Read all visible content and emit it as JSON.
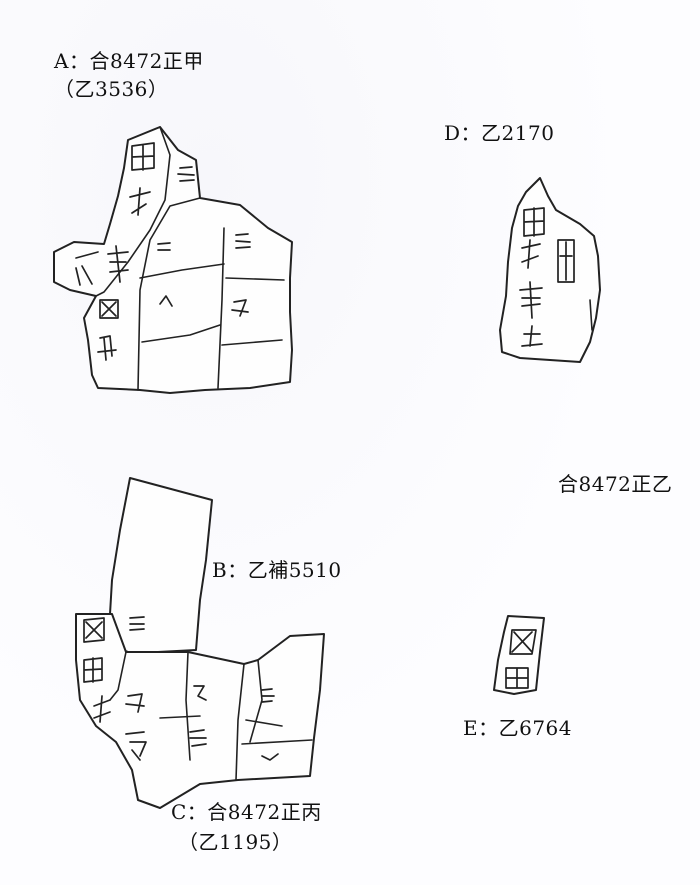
{
  "fragments": {
    "a": {
      "label": "A：合8472正甲",
      "sublabel": "（乙3536）"
    },
    "b": {
      "label": "B：乙補5510"
    },
    "c": {
      "label": "C：合8472正丙",
      "sublabel": "（乙1195）"
    },
    "d": {
      "label": "D：乙2170"
    },
    "e": {
      "label": "E：乙6764"
    }
  },
  "group_label": "合8472正乙"
}
